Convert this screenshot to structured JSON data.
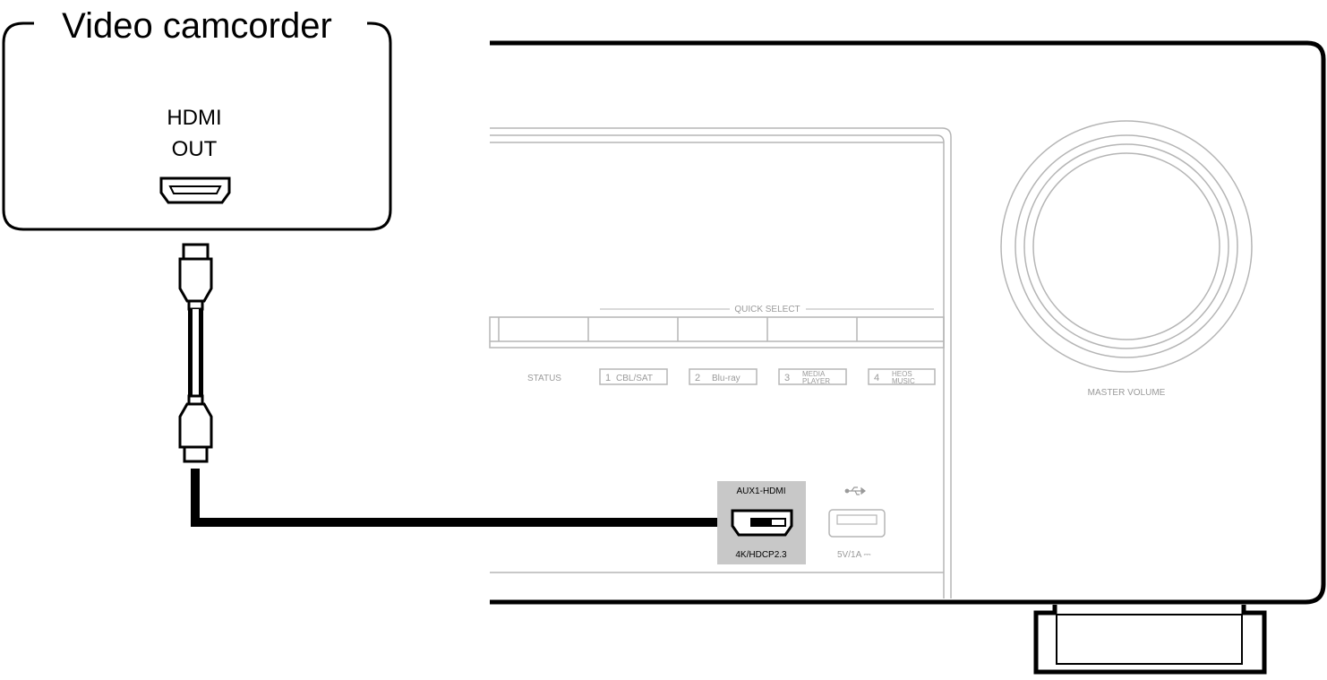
{
  "camcorder": {
    "title": "Video camcorder",
    "port_label_line1": "HDMI",
    "port_label_line2": "OUT"
  },
  "receiver": {
    "quick_select_title": "QUICK SELECT",
    "status_label": "STATUS",
    "buttons": [
      {
        "number": "1",
        "line1": "CBL/SAT",
        "line2": ""
      },
      {
        "number": "2",
        "line1": "Blu-ray",
        "line2": ""
      },
      {
        "number": "3",
        "line1": "MEDIA",
        "line2": "PLAYER"
      },
      {
        "number": "4",
        "line1": "HEOS",
        "line2": "MUSIC"
      }
    ],
    "master_volume_label": "MASTER VOLUME",
    "aux_input": {
      "top_label": "AUX1-HDMI",
      "bottom_label": "4K/HDCP2.3"
    },
    "usb": {
      "label": "5V/1A ⎓"
    }
  },
  "colors": {
    "outline": "#000000",
    "panel_line": "#b5b5b5",
    "aux_highlight": "#c8c8c8"
  }
}
